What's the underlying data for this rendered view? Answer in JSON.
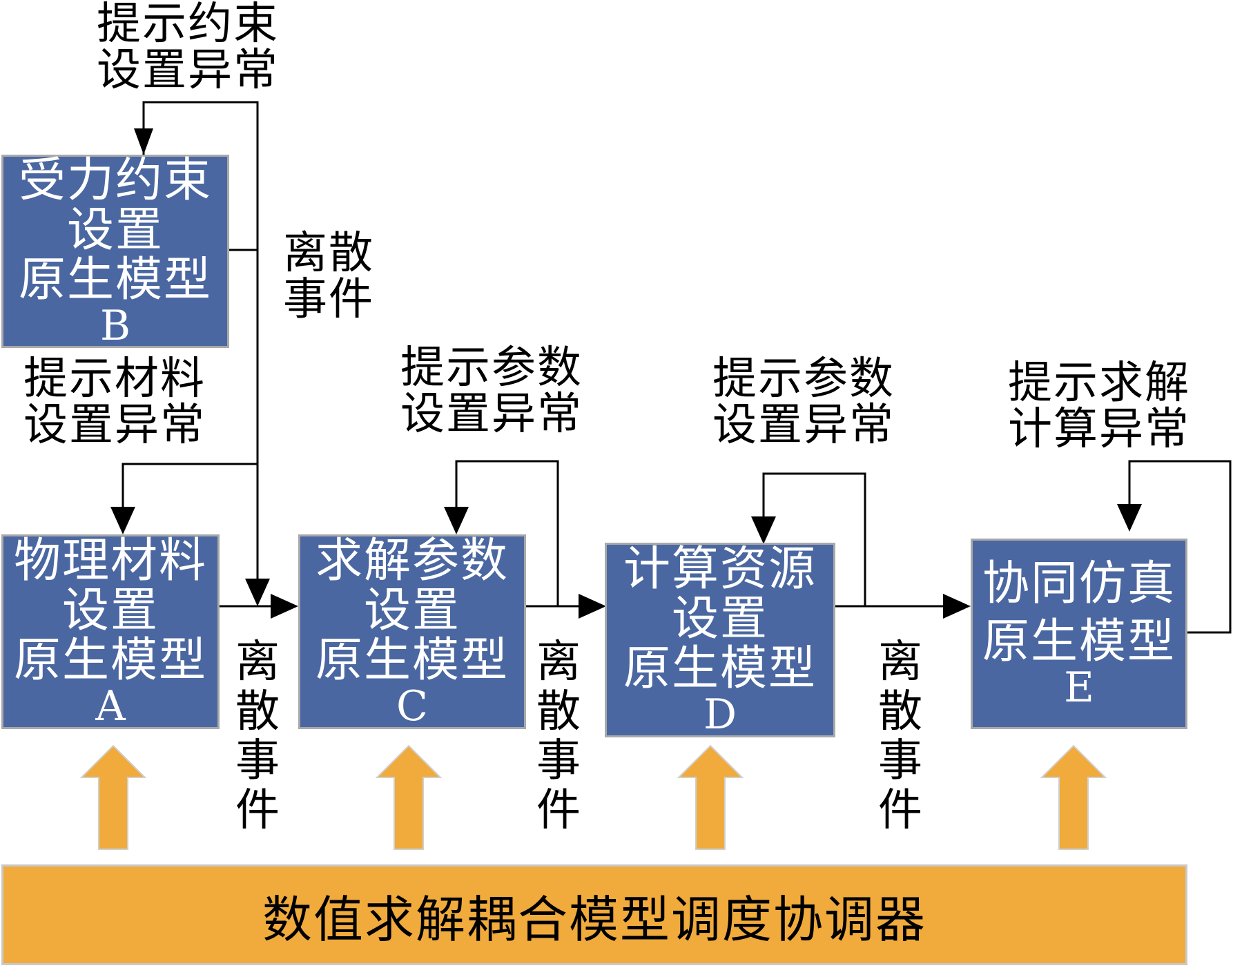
{
  "colors": {
    "box_fill": "#4a67a1",
    "box_border": "#a9a9a9",
    "box_text": "#ffffff",
    "coordinator_fill": "#f0ab3c",
    "arrow_orange": "#f0ab3c",
    "line": "#000000"
  },
  "boxes": {
    "b": {
      "lines": [
        "受力约束",
        "设置",
        "原生模型"
      ],
      "id": "B"
    },
    "a": {
      "lines": [
        "物理材料",
        "设置",
        "原生模型"
      ],
      "id": "A"
    },
    "c": {
      "lines": [
        "求解参数",
        "设置",
        "原生模型"
      ],
      "id": "C"
    },
    "d": {
      "lines": [
        "计算资源",
        "设置",
        "原生模型"
      ],
      "id": "D"
    },
    "e": {
      "lines": [
        "协同仿真",
        "原生模型"
      ],
      "id": "E"
    }
  },
  "prompts": {
    "b": [
      "提示约束",
      "设置异常"
    ],
    "a": [
      "提示材料",
      "设置异常"
    ],
    "c": [
      "提示参数",
      "设置异常"
    ],
    "d": [
      "提示参数",
      "设置异常"
    ],
    "e": [
      "提示求解",
      "计算异常"
    ]
  },
  "events": {
    "upper": [
      "离散",
      "事件"
    ],
    "ac": [
      "离",
      "散",
      "事",
      "件"
    ],
    "cd": [
      "离",
      "散",
      "事",
      "件"
    ],
    "de": [
      "离",
      "散",
      "事",
      "件"
    ]
  },
  "coordinator": {
    "label": "数值求解耦合模型调度协调器"
  }
}
